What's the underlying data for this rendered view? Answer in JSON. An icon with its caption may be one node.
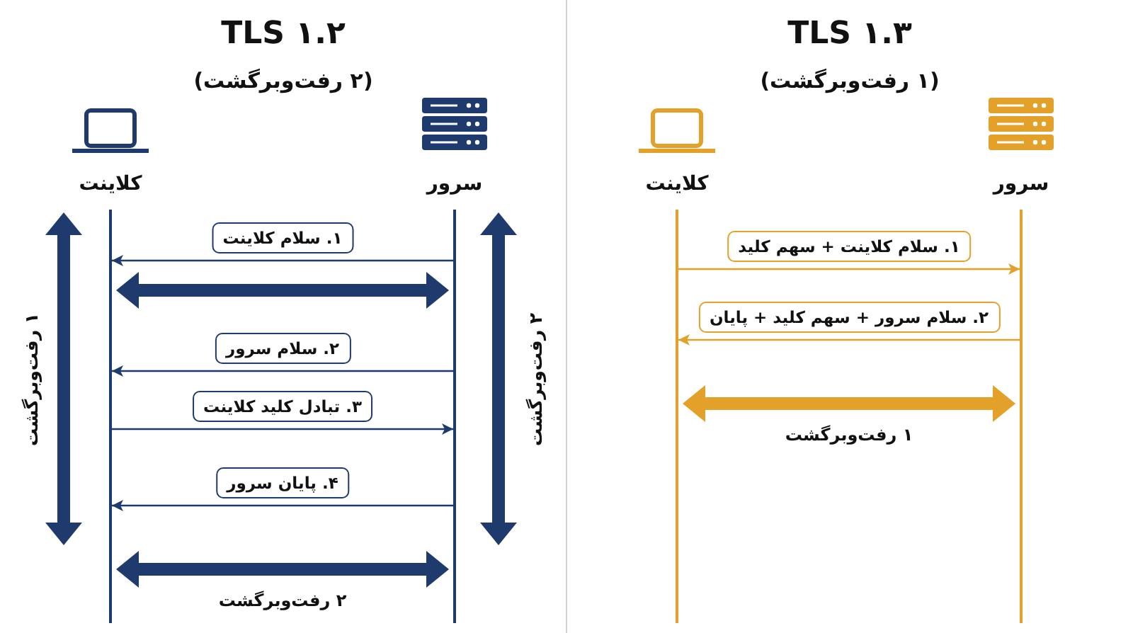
{
  "diagram": {
    "nodes": [
      {
        "text": [
          "کلاینت"
        ]
      },
      {
        "text": [
          "سرور"
        ]
      },
      {
        "text": [
          "کلاینت"
        ]
      },
      {
        "text": [
          "سرور"
        ]
      },
      {
        "text": [],
        "shape": "line"
      },
      {
        "text": [],
        "shape": "line"
      },
      {
        "text": [],
        "shape": "line"
      },
      {
        "text": [],
        "shape": "line"
      }
    ],
    "edges": [
      {
        "from": 5,
        "to": 4,
        "arrow": "to",
        "label": "۱. سلام کلاینت"
      },
      {
        "from": 4,
        "to": 5,
        "arrow": "both",
        "style": "thick"
      },
      {
        "from": 5,
        "to": 4,
        "arrow": "to",
        "label": "۲. سلام سرور"
      },
      {
        "from": 4,
        "to": 5,
        "arrow": "to",
        "label": "۳. تبادل کلید کلاینت"
      },
      {
        "from": 5,
        "to": 4,
        "arrow": "to",
        "label": "۴. پایان سرور"
      },
      {
        "from": 4,
        "to": 5,
        "arrow": "both",
        "style": "thick",
        "label": "۲ رفت‌وبرگشت"
      },
      {
        "from": 6,
        "to": 7,
        "arrow": "to",
        "color": "#e3a12a",
        "label": "۱. سلام کلاینت + سهم کلید"
      },
      {
        "from": 7,
        "to": 6,
        "arrow": "to",
        "color": "#e3a12a",
        "label": "۲. سلام سرور + سهم کلید + پایان"
      },
      {
        "from": 6,
        "to": 7,
        "arrow": "both",
        "style": "thick",
        "color": "#e3a12a",
        "label": "۱ رفت‌وبرگشت"
      }
    ],
    "labels": [
      "TLS ۱.۲",
      "(۲ رفت‌وبرگشت)",
      "TLS ۱.۳",
      "(۱ رفت‌وبرگشت)",
      "۱ رفت‌وبرگشت",
      "۲ رفت‌وبرگشت"
    ]
  }
}
